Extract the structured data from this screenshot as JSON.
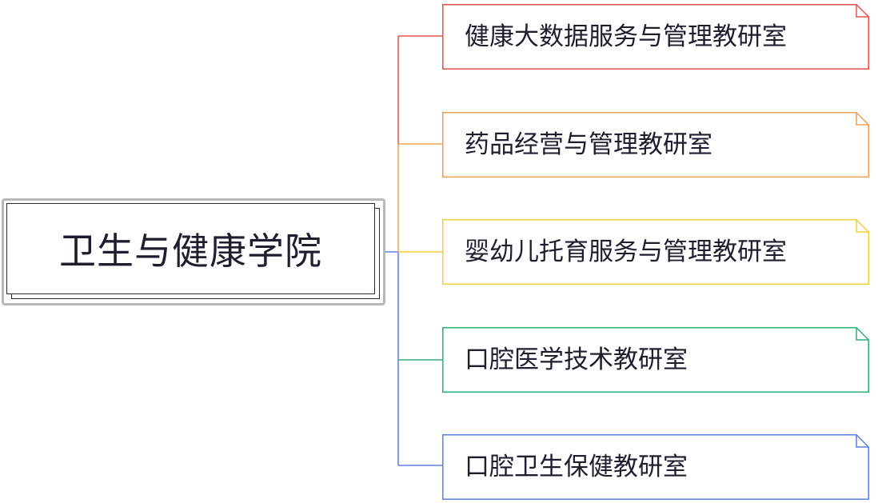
{
  "root": {
    "label": "卫生与健康学院"
  },
  "children": [
    {
      "label": "健康大数据服务与管理教研室",
      "color": "#e8504a"
    },
    {
      "label": "药品经营与管理教研室",
      "color": "#f0a050"
    },
    {
      "label": "婴幼儿托育服务与管理教研室",
      "color": "#f2cf3e"
    },
    {
      "label": "口腔医学技术教研室",
      "color": "#2eb07a"
    },
    {
      "label": "口腔卫生保健教研室",
      "color": "#5b7fe0"
    }
  ]
}
